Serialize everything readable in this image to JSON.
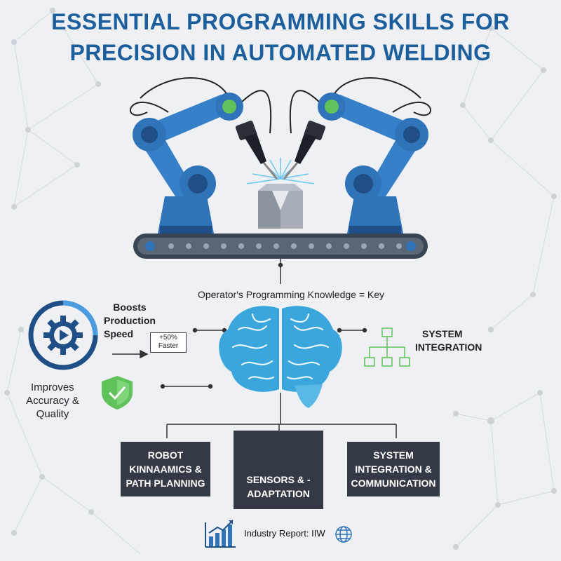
{
  "title": {
    "line1": "ESSENTIAL PROGRAMMING SKILLS FOR",
    "line2": "PRECISION IN AUTOMATED WELDING"
  },
  "central": {
    "label": "Operator's Programming Knowledge = Key"
  },
  "benefits": {
    "speed": {
      "line1": "Boosts",
      "line2": "Production",
      "line3": "Speed",
      "badge_line1": "+50%",
      "badge_line2": "Faster"
    },
    "accuracy": {
      "line1": "Improves",
      "line2": "Accuracy &",
      "line3": "Quality"
    },
    "system": {
      "line1": "SYSTEM",
      "line2": "INTEGRATION"
    }
  },
  "skills": [
    {
      "line1": "ROBOT",
      "line2": "KINNAAMICS &",
      "line3": "PATH PLANNING"
    },
    {
      "line1": "SENSORS & -",
      "line2": "ADAPTATION"
    },
    {
      "line1": "SYSTEM",
      "line2": "INTEGRATION &",
      "line3": "COMMUNICATION"
    }
  ],
  "footer": {
    "source": "Industry Report: IIW"
  },
  "colors": {
    "title": "#1c5f9c",
    "robot_blue": "#2f73b8",
    "robot_dark": "#1f4f86",
    "accent_green": "#5fc25a",
    "brain_blue": "#3aa6dc",
    "card_bg": "#333a45"
  },
  "icons": [
    "gear-play-icon",
    "shield-check-icon",
    "org-chart-icon",
    "monitor-icon",
    "bar-chart-icon",
    "globe-icon",
    "brain-icon"
  ]
}
